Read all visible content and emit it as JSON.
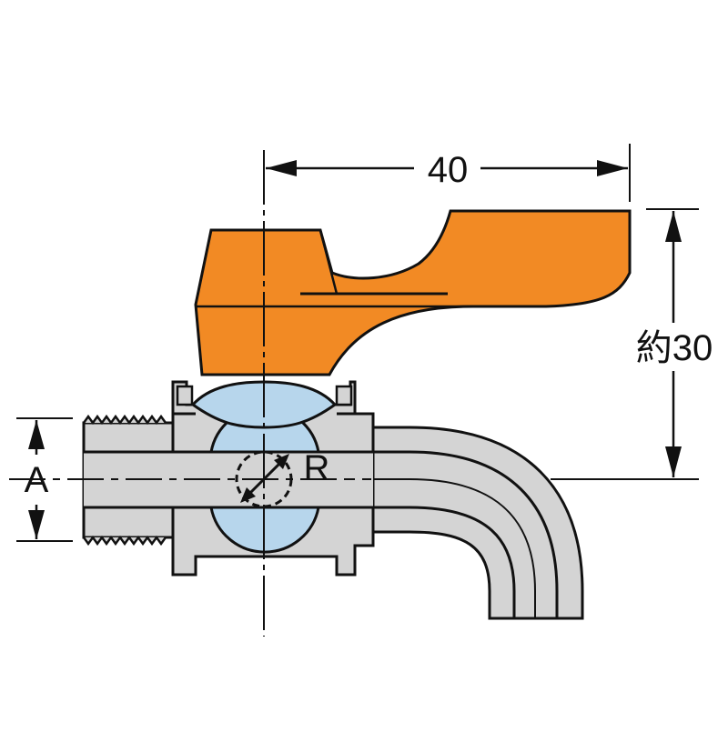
{
  "labels": {
    "width_dim": "40",
    "height_dim": "約30",
    "thread_dim": "A",
    "radius_label": "R"
  },
  "colors": {
    "handle": "#f28a24",
    "ball": "#b7d6ec",
    "body": "#d4d4d4",
    "line": "#111111",
    "background": "#ffffff"
  }
}
